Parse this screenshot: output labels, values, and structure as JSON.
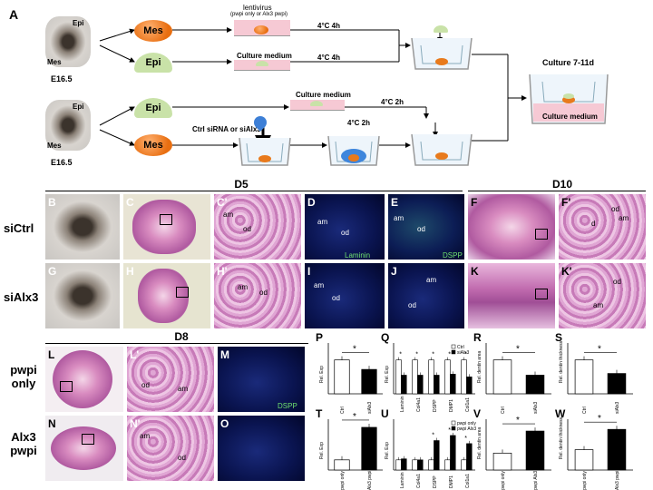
{
  "panel_a": {
    "letter": "A",
    "e165": "E16.5",
    "epi_tag": "Epi",
    "mes_tag": "Mes",
    "mes_label": "Mes",
    "epi_label": "Epi",
    "lentivirus": "lentivirus",
    "lentivirus_sub": "(pwpi only or Alx3 pwpi)",
    "culture_medium": "Culture medium",
    "t_4c4h": "4°C 4h",
    "t_4c2h": "4°C 2h",
    "sirna": "Ctrl siRNA or siAlx3",
    "culture_days": "Culture 7-11d"
  },
  "headers": {
    "d5": "D5",
    "d10": "D10",
    "d8": "D8"
  },
  "rows": {
    "sictrl": "siCtrl",
    "sialx3": "siAlx3",
    "pwpi_l1": "pwpi",
    "pwpi_l2": "only",
    "alx3_l1": "Alx3",
    "alx3_l2": "pwpi"
  },
  "letters": {
    "B": "B",
    "C": "C",
    "Cp": "C'",
    "D": "D",
    "E": "E",
    "F": "F",
    "Fp": "F'",
    "G": "G",
    "H": "H",
    "Hp": "H'",
    "I": "I",
    "J": "J",
    "K": "K",
    "Kp": "K'",
    "L": "L",
    "Lp": "L'",
    "M": "M",
    "N": "N",
    "Np": "N'",
    "O": "O",
    "P": "P",
    "Q": "Q",
    "R": "R",
    "S": "S",
    "T": "T",
    "U": "U",
    "V": "V",
    "W": "W"
  },
  "micro_labels": {
    "am": "am",
    "od": "od",
    "d": "d",
    "laminin": "Laminin",
    "dspp": "DSPP"
  },
  "chart_data": [
    {
      "panel": "P",
      "type": "bar",
      "categories": [
        "Ctrl",
        "siAlx3"
      ],
      "values": [
        1.0,
        0.72
      ],
      "ylabel": "Rel. Exp",
      "ylim": [
        0,
        1.5
      ],
      "significance": "*"
    },
    {
      "panel": "Q",
      "type": "bar",
      "categories": [
        "Laminin",
        "Col4a1",
        "DSPP",
        "DMP1",
        "Col1a1"
      ],
      "series": [
        {
          "name": "Ctrl",
          "values": [
            1.0,
            1.0,
            1.0,
            1.0,
            1.0
          ]
        },
        {
          "name": "siAlx3",
          "values": [
            0.55,
            0.55,
            0.55,
            0.58,
            0.5
          ]
        }
      ],
      "ylabel": "Rel. Exp",
      "ylim": [
        0,
        1.5
      ],
      "significance": [
        "*",
        "*",
        "*",
        "*",
        "*"
      ]
    },
    {
      "panel": "R",
      "type": "bar",
      "categories": [
        "Ctrl",
        "siAlx3"
      ],
      "values": [
        1.0,
        0.55
      ],
      "ylabel": "Rel. dentin area",
      "ylim": [
        0,
        1.5
      ],
      "significance": "*"
    },
    {
      "panel": "S",
      "type": "bar",
      "categories": [
        "Ctrl",
        "siAlx3"
      ],
      "values": [
        1.0,
        0.6
      ],
      "ylabel": "Rel. dentin thickness",
      "ylim": [
        0,
        1.5
      ],
      "significance": "*"
    },
    {
      "panel": "T",
      "type": "bar",
      "categories": [
        "pwpi only",
        "Alx3 pwpi"
      ],
      "values": [
        1.0,
        4.2
      ],
      "ylabel": "Rel. Exp",
      "ylim": [
        0,
        5
      ],
      "significance": "*"
    },
    {
      "panel": "U",
      "type": "bar",
      "categories": [
        "Laminin",
        "Col4a1",
        "DSPP",
        "DMP1",
        "Col1a1"
      ],
      "series": [
        {
          "name": "pwpi only",
          "values": [
            1.0,
            1.0,
            1.0,
            1.0,
            1.0
          ]
        },
        {
          "name": "pwpi Alx3",
          "values": [
            1.1,
            1.0,
            2.9,
            3.4,
            2.6
          ]
        }
      ],
      "ylabel": "Rel. Exp",
      "ylim": [
        0,
        5
      ],
      "significance": [
        "",
        "",
        "*",
        "*",
        "*"
      ]
    },
    {
      "panel": "V",
      "type": "bar",
      "categories": [
        "pwpi only",
        "pwpi Alx3"
      ],
      "values": [
        1.0,
        2.3
      ],
      "ylabel": "Rel. dentin area",
      "ylim": [
        0,
        3
      ],
      "significance": "*"
    },
    {
      "panel": "W",
      "type": "bar",
      "categories": [
        "pwpi only",
        "Alx3 pwpi"
      ],
      "values": [
        1.0,
        2.0
      ],
      "ylabel": "Rel. dentin thickness",
      "ylim": [
        0,
        2.5
      ],
      "significance": "*"
    }
  ]
}
